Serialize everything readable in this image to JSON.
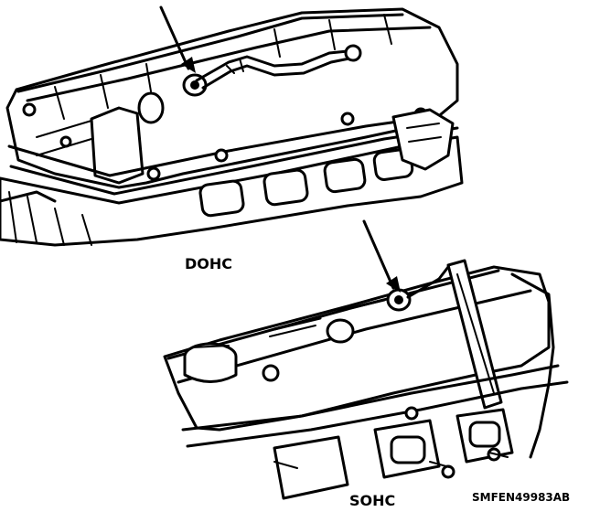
{
  "labels": {
    "upper_engine": "DOHC",
    "lower_engine": "SOHC",
    "figure_code": "SMFEN49983AB"
  }
}
